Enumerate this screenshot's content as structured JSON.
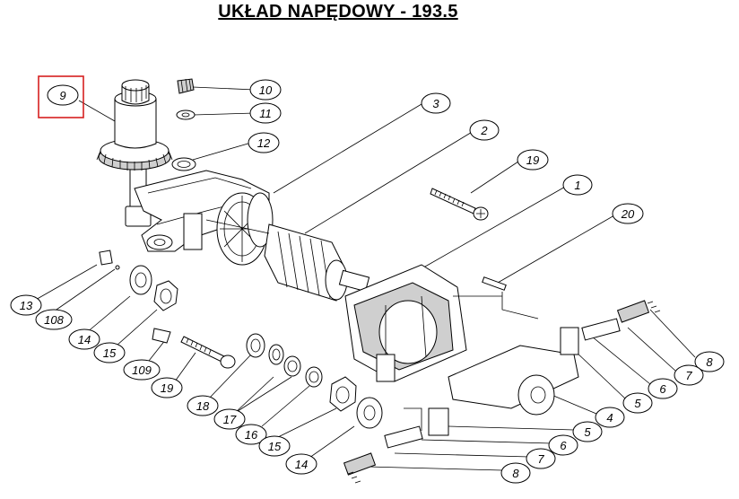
{
  "title": "UKŁAD  NAPĘDOWY - 193.5",
  "highlight_color": "#d62020",
  "callouts": [
    {
      "id": "9",
      "label": "9"
    },
    {
      "id": "10",
      "label": "10"
    },
    {
      "id": "11",
      "label": "11"
    },
    {
      "id": "12",
      "label": "12"
    },
    {
      "id": "3",
      "label": "3"
    },
    {
      "id": "2",
      "label": "2"
    },
    {
      "id": "19a",
      "label": "19"
    },
    {
      "id": "1",
      "label": "1"
    },
    {
      "id": "20",
      "label": "20"
    },
    {
      "id": "13",
      "label": "13"
    },
    {
      "id": "108",
      "label": "108"
    },
    {
      "id": "14a",
      "label": "14"
    },
    {
      "id": "15a",
      "label": "15"
    },
    {
      "id": "109",
      "label": "109"
    },
    {
      "id": "19b",
      "label": "19"
    },
    {
      "id": "18",
      "label": "18"
    },
    {
      "id": "17",
      "label": "17"
    },
    {
      "id": "16",
      "label": "16"
    },
    {
      "id": "15b",
      "label": "15"
    },
    {
      "id": "14b",
      "label": "14"
    },
    {
      "id": "8a",
      "label": "8"
    },
    {
      "id": "7a",
      "label": "7"
    },
    {
      "id": "6a",
      "label": "6"
    },
    {
      "id": "5a",
      "label": "5"
    },
    {
      "id": "4",
      "label": "4"
    },
    {
      "id": "5b",
      "label": "5"
    },
    {
      "id": "6b",
      "label": "6"
    },
    {
      "id": "7b",
      "label": "7"
    },
    {
      "id": "8b",
      "label": "8"
    }
  ]
}
